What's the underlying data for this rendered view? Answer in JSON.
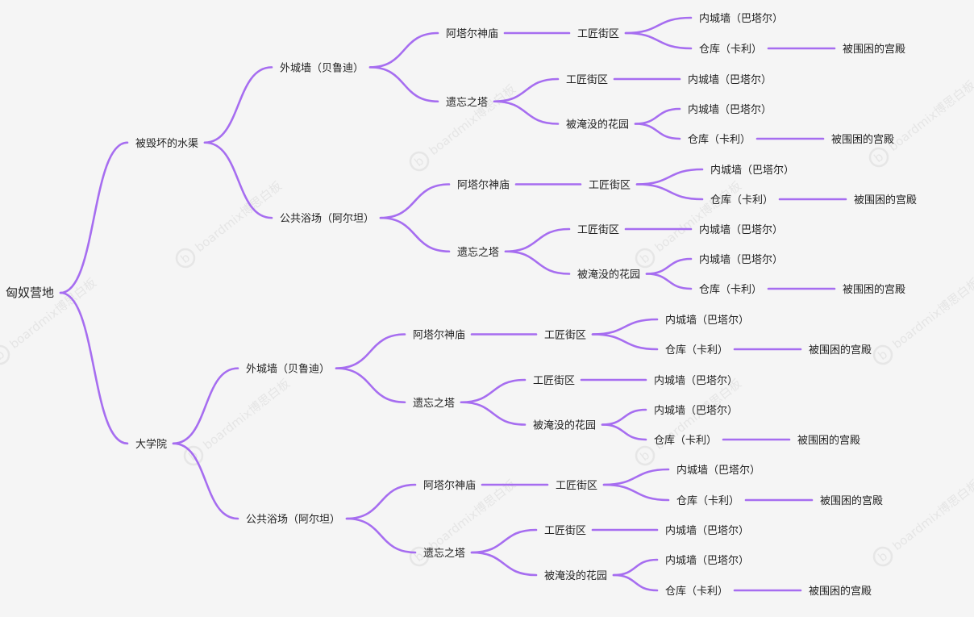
{
  "colors": {
    "edge": "#a66df0",
    "text": "#222222",
    "background": "#f5f5f5",
    "watermark": "#d8d8d8"
  },
  "watermark": {
    "text": "boardmix博思白板",
    "icon": "boardmix-logo-icon"
  },
  "mindmap": {
    "label": "匈奴营地",
    "children": [
      {
        "label": "被毁坏的水渠",
        "children": [
          {
            "label": "外城墙（贝鲁迪）",
            "children": [
              {
                "label": "阿塔尔神庙",
                "children": [
                  {
                    "label": "工匠街区",
                    "children": [
                      {
                        "label": "内城墙（巴塔尔）"
                      },
                      {
                        "label": "仓库（卡利）",
                        "children": [
                          {
                            "label": "被围困的宫殿"
                          }
                        ]
                      }
                    ]
                  }
                ]
              },
              {
                "label": "遗忘之塔",
                "children": [
                  {
                    "label": "工匠街区",
                    "children": [
                      {
                        "label": "内城墙（巴塔尔）"
                      }
                    ]
                  },
                  {
                    "label": "被淹没的花园",
                    "children": [
                      {
                        "label": "内城墙（巴塔尔）"
                      },
                      {
                        "label": "仓库（卡利）",
                        "children": [
                          {
                            "label": "被围困的宫殿"
                          }
                        ]
                      }
                    ]
                  }
                ]
              }
            ]
          },
          {
            "label": "公共浴场（阿尔坦）",
            "children": [
              {
                "label": "阿塔尔神庙",
                "children": [
                  {
                    "label": "工匠街区",
                    "children": [
                      {
                        "label": "内城墙（巴塔尔）"
                      },
                      {
                        "label": "仓库（卡利）",
                        "children": [
                          {
                            "label": "被围困的宫殿"
                          }
                        ]
                      }
                    ]
                  }
                ]
              },
              {
                "label": "遗忘之塔",
                "children": [
                  {
                    "label": "工匠街区",
                    "children": [
                      {
                        "label": "内城墙（巴塔尔）"
                      }
                    ]
                  },
                  {
                    "label": "被淹没的花园",
                    "children": [
                      {
                        "label": "内城墙（巴塔尔）"
                      },
                      {
                        "label": "仓库（卡利）",
                        "children": [
                          {
                            "label": "被围困的宫殿"
                          }
                        ]
                      }
                    ]
                  }
                ]
              }
            ]
          }
        ]
      },
      {
        "label": "大学院",
        "children": [
          {
            "label": "外城墙（贝鲁迪）",
            "children": [
              {
                "label": "阿塔尔神庙",
                "children": [
                  {
                    "label": "工匠街区",
                    "children": [
                      {
                        "label": "内城墙（巴塔尔）"
                      },
                      {
                        "label": "仓库（卡利）",
                        "children": [
                          {
                            "label": "被围困的宫殿"
                          }
                        ]
                      }
                    ]
                  }
                ]
              },
              {
                "label": "遗忘之塔",
                "children": [
                  {
                    "label": "工匠街区",
                    "children": [
                      {
                        "label": "内城墙（巴塔尔）"
                      }
                    ]
                  },
                  {
                    "label": "被淹没的花园",
                    "children": [
                      {
                        "label": "内城墙（巴塔尔）"
                      },
                      {
                        "label": "仓库（卡利）",
                        "children": [
                          {
                            "label": "被围困的宫殿"
                          }
                        ]
                      }
                    ]
                  }
                ]
              }
            ]
          },
          {
            "label": "公共浴场（阿尔坦）",
            "children": [
              {
                "label": "阿塔尔神庙",
                "children": [
                  {
                    "label": "工匠街区",
                    "children": [
                      {
                        "label": "内城墙（巴塔尔）"
                      },
                      {
                        "label": "仓库（卡利）",
                        "children": [
                          {
                            "label": "被围困的宫殿"
                          }
                        ]
                      }
                    ]
                  }
                ]
              },
              {
                "label": "遗忘之塔",
                "children": [
                  {
                    "label": "工匠街区",
                    "children": [
                      {
                        "label": "内城墙（巴塔尔）"
                      }
                    ]
                  },
                  {
                    "label": "被淹没的花园",
                    "children": [
                      {
                        "label": "内城墙（巴塔尔）"
                      },
                      {
                        "label": "仓库（卡利）",
                        "children": [
                          {
                            "label": "被围困的宫殿"
                          }
                        ]
                      }
                    ]
                  }
                ]
              }
            ]
          }
        ]
      }
    ]
  }
}
